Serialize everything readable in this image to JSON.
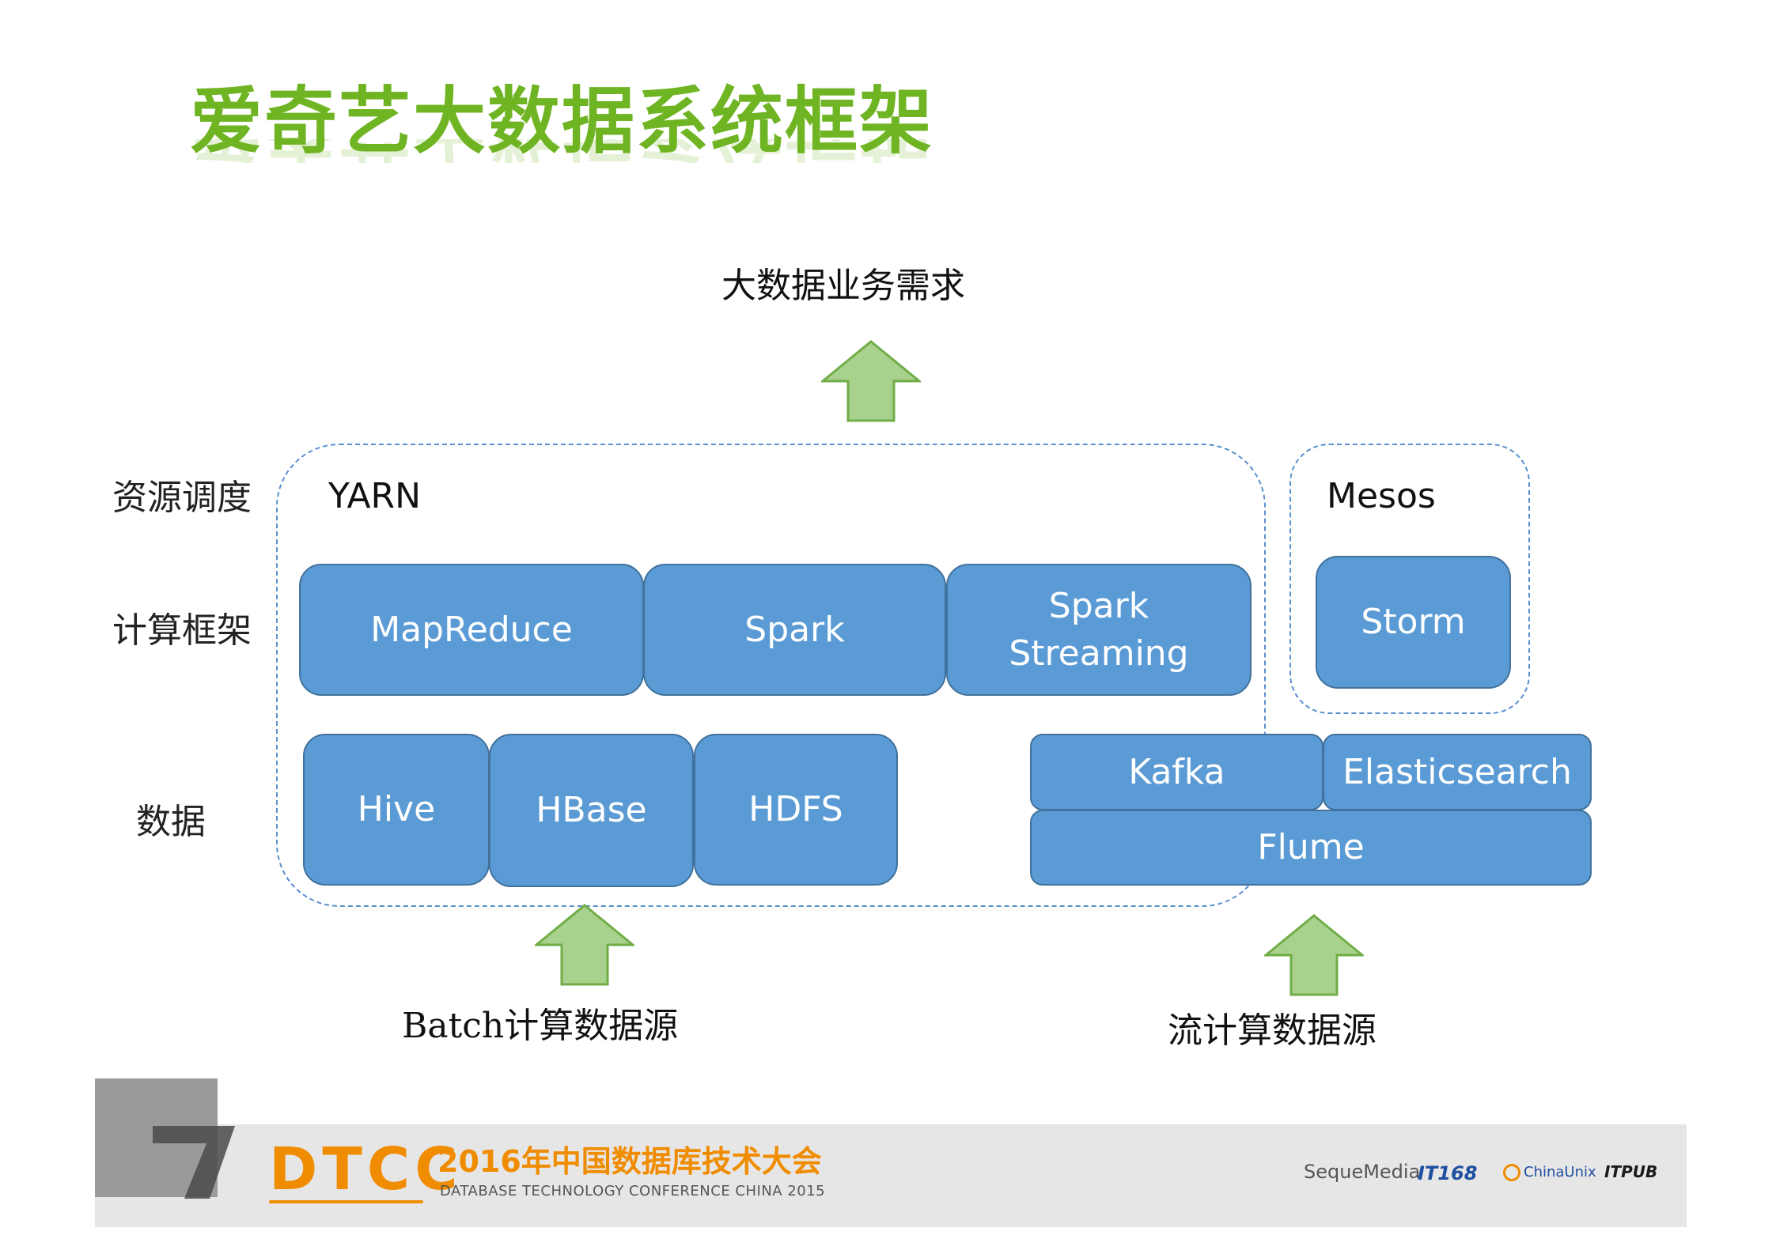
{
  "title": "爱奇艺大数据系统框架",
  "top_label": "大数据业务需求",
  "row_labels": {
    "scheduling": "资源调度",
    "compute": "计算框架",
    "data": "数据"
  },
  "groups": {
    "yarn": "YARN",
    "mesos": "Mesos"
  },
  "compute_boxes": {
    "mapreduce": "MapReduce",
    "spark": "Spark",
    "spark_streaming": "Spark\nStreaming",
    "storm": "Storm"
  },
  "data_boxes": {
    "hive": "Hive",
    "hbase": "HBase",
    "hdfs": "HDFS",
    "kafka": "Kafka",
    "elasticsearch": "Elasticsearch",
    "flume": "Flume"
  },
  "sources": {
    "batch": "Batch计算数据源",
    "stream": "流计算数据源"
  },
  "footer": {
    "logo": "DTCC",
    "conference_cn": "2016年中国数据库技术大会",
    "conference_en": "DATABASE  TECHNOLOGY  CONFERENCE CHINA 2015",
    "sponsors": [
      "SequeMedia",
      "IT168",
      "ChinaUnix",
      "ITPUB"
    ]
  },
  "colors": {
    "title": "#6fb422",
    "box_fill": "#5b9bd5",
    "box_border": "#41719c",
    "arrow_fill": "#a9d18e",
    "arrow_border": "#70ad47",
    "dashed": "#5b8fcf",
    "footer_accent": "#f08c00"
  }
}
